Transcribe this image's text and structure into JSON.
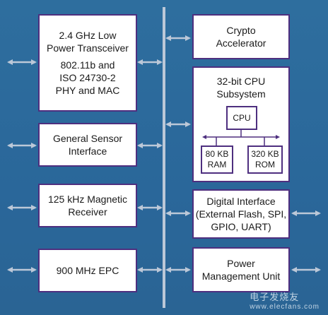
{
  "colors": {
    "background": "#2a6494",
    "block_fill": "#ffffff",
    "block_border": "#4e2f7f",
    "arrow": "#bcc8d8"
  },
  "blocks": {
    "transceiver": {
      "lines": [
        "2.4 GHz Low",
        "Power Transceiver",
        "802.11b and",
        "ISO 24730-2",
        "PHY and MAC"
      ]
    },
    "sensor": {
      "lines": [
        "General Sensor",
        "Interface"
      ]
    },
    "magnetic": {
      "lines": [
        "125 kHz Magnetic",
        "Receiver"
      ]
    },
    "epc": {
      "lines": [
        "900 MHz EPC"
      ]
    },
    "crypto": {
      "lines": [
        "Crypto",
        "Accelerator"
      ]
    },
    "cpu_subsystem": {
      "lines": [
        "32-bit CPU",
        "Subsystem"
      ],
      "cpu": "CPU",
      "ram": {
        "lines": [
          "80 KB",
          "RAM"
        ]
      },
      "rom": {
        "lines": [
          "320 KB",
          "ROM"
        ]
      }
    },
    "digital": {
      "lines": [
        "Digital Interface",
        "(External Flash, SPI,",
        "GPIO, UART)"
      ]
    },
    "power": {
      "lines": [
        "Power",
        "Management Unit"
      ]
    }
  },
  "watermark": {
    "text": "电子发烧友",
    "url": "www.elecfans.com"
  }
}
